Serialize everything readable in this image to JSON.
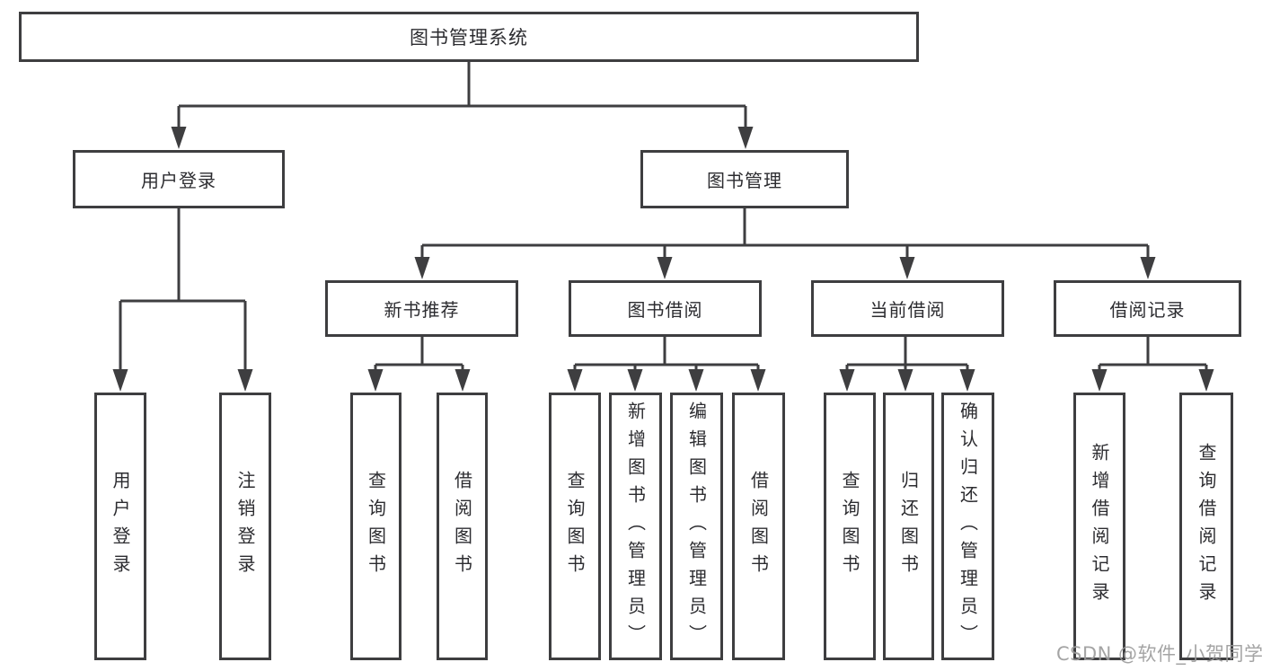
{
  "colors": {
    "line": "#3e3e40",
    "text": "#2c2c30",
    "box_background": "#ffffff",
    "watermark": "#9b9b9b"
  },
  "tree": {
    "root": {
      "label": "图书管理系统"
    },
    "branches": [
      {
        "label": "用户登录",
        "children": [
          {
            "label": "用户登录"
          },
          {
            "label": "注销登录"
          }
        ]
      },
      {
        "label": "图书管理",
        "sections": [
          {
            "label": "新书推荐",
            "children": [
              {
                "label": "查询图书"
              },
              {
                "label": "借阅图书"
              }
            ]
          },
          {
            "label": "图书借阅",
            "children": [
              {
                "label": "查询图书"
              },
              {
                "label": "新增图书（管理员）"
              },
              {
                "label": "编辑图书（管理员）"
              },
              {
                "label": "借阅图书"
              }
            ]
          },
          {
            "label": "当前借阅",
            "children": [
              {
                "label": "查询图书"
              },
              {
                "label": "归还图书"
              },
              {
                "label": "确认归还（管理员）"
              }
            ]
          },
          {
            "label": "借阅记录",
            "children": [
              {
                "label": "新增借阅记录"
              },
              {
                "label": "查询借阅记录"
              }
            ]
          }
        ]
      }
    ]
  },
  "watermark": {
    "text": "CSDN @软件_小贺同学"
  }
}
